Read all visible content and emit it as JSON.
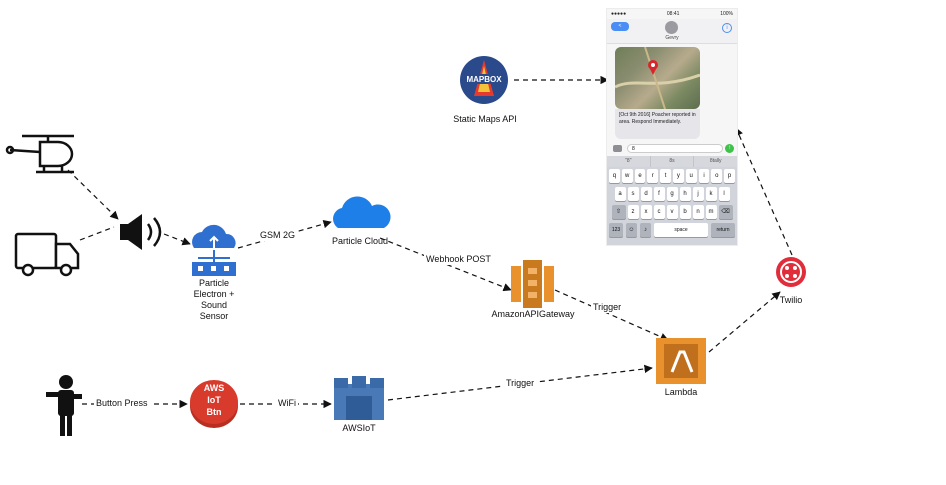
{
  "nodes": {
    "static_maps": {
      "label": "Static Maps API",
      "logo_text": "MAPBOX"
    },
    "particle_device": {
      "label_lines": [
        "Particle",
        "Electron +",
        "Sound",
        "Sensor"
      ]
    },
    "particle_cloud": {
      "label": "Particle Cloud"
    },
    "api_gateway": {
      "label": "AmazonAPIGateway"
    },
    "lambda": {
      "label": "Lambda"
    },
    "twilio": {
      "label": "Twilio"
    },
    "iot_button": {
      "line1": "AWS",
      "line2": "IoT",
      "line3": "Btn"
    },
    "aws_iot": {
      "label": "AWSIoT"
    }
  },
  "edges": {
    "gsm": "GSM 2G",
    "webhook": "Webhook POST",
    "trigger_gateway": "Trigger",
    "button_press": "Button Press",
    "wifi": "WiFi",
    "trigger_iot": "Trigger"
  },
  "phone": {
    "status_left": "●●●●● ",
    "status_time": "08:41",
    "status_right": "100%",
    "back_label": "<",
    "contact_name": "Gevry",
    "message": "[Oct 9th 2016] Poacher reported in area. Respond Immediately.",
    "input_value": "8",
    "suggestions": [
      "\"8\"",
      "8s",
      "8tally"
    ],
    "keyboard_rows": [
      [
        "q",
        "w",
        "e",
        "r",
        "t",
        "y",
        "u",
        "i",
        "o",
        "p"
      ],
      [
        "a",
        "s",
        "d",
        "f",
        "g",
        "h",
        "j",
        "k",
        "l"
      ],
      [
        "⇧",
        "z",
        "x",
        "c",
        "v",
        "b",
        "n",
        "m",
        "⌫"
      ]
    ],
    "key_123": "123",
    "key_space": "space",
    "key_return": "return"
  },
  "colors": {
    "aws_orange": "#e8912d",
    "aws_blue": "#4a79b8",
    "particle_blue": "#2f6fd0",
    "cloud_blue": "#1f7fe8",
    "twilio_red": "#e12c3a",
    "iot_btn_red": "#d83a2c",
    "mapbox_blue": "#2a4a8c"
  },
  "icons": [
    "helicopter-icon",
    "truck-icon",
    "speaker-icon",
    "person-icon",
    "mapbox-logo",
    "twilio-logo"
  ]
}
